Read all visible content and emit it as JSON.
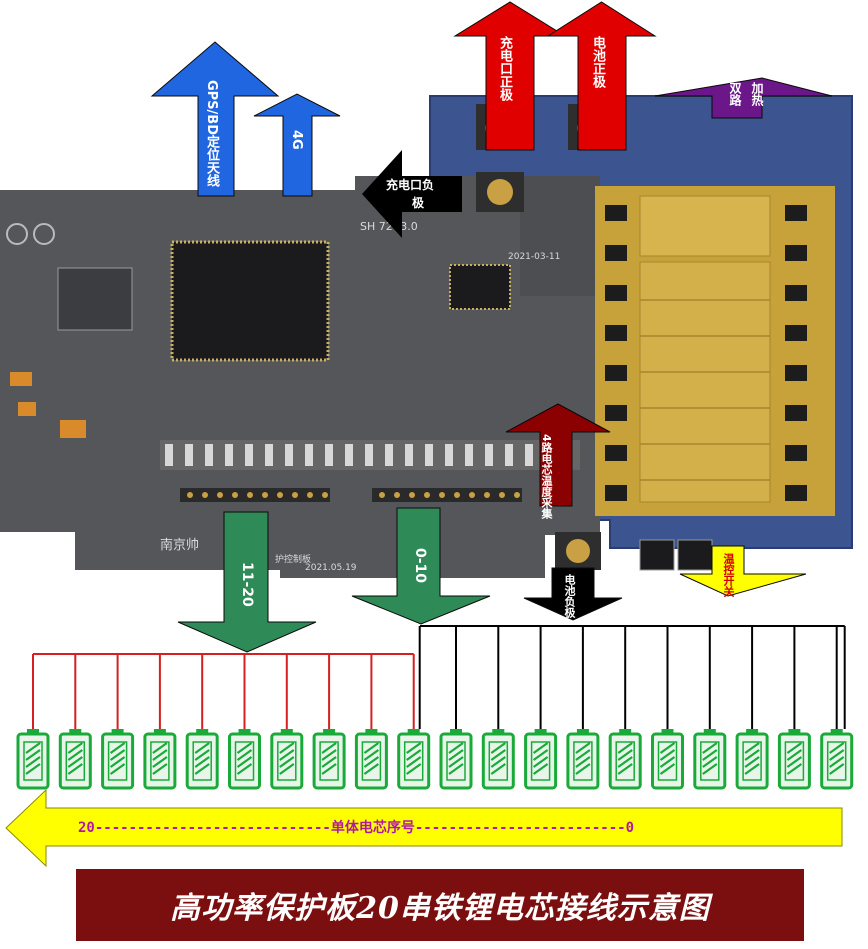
{
  "title": "高功率保护板20串铁锂电芯接线示意图",
  "board": {
    "maker_text": "南京帅",
    "board_name_text": "护控制板",
    "date_left": "2021.05.19",
    "date_right": "2021-03-11",
    "model_text": "SH  72V3.0"
  },
  "labels": {
    "gps": "GPS/BD定位天线",
    "g4": "4G",
    "charge_pos": "充电口正极",
    "battery_pos": "电池正极",
    "dual_heat_1": "双路",
    "dual_heat_2": "加热",
    "charge_neg_1": "充电口负",
    "charge_neg_2": "极",
    "temp_collect": "4路电芯温度采集",
    "range_11_20": "11-20",
    "range_0_10": "0-10",
    "battery_neg": "电池负极",
    "temp_switch": "温控开关"
  },
  "sequence": {
    "left": "20",
    "middle": "单体电芯序号",
    "right": "0",
    "dashes_left": "----------------------------",
    "dashes_right": "-------------------------"
  },
  "cells": {
    "count": 20
  },
  "colors": {
    "red_arrow": "#e00000",
    "blue_arrow": "#1f66e0",
    "purple_arrow": "#6b178a",
    "black_arrow": "#000000",
    "green_arrow": "#2e8b57",
    "darkred_arrow": "#8b0000",
    "yellow_arrow": "#ffff00",
    "cell_green": "#1aaa3a",
    "wire_red": "#d42020",
    "wire_black": "#000000",
    "title_bg": "#7b0f10"
  }
}
